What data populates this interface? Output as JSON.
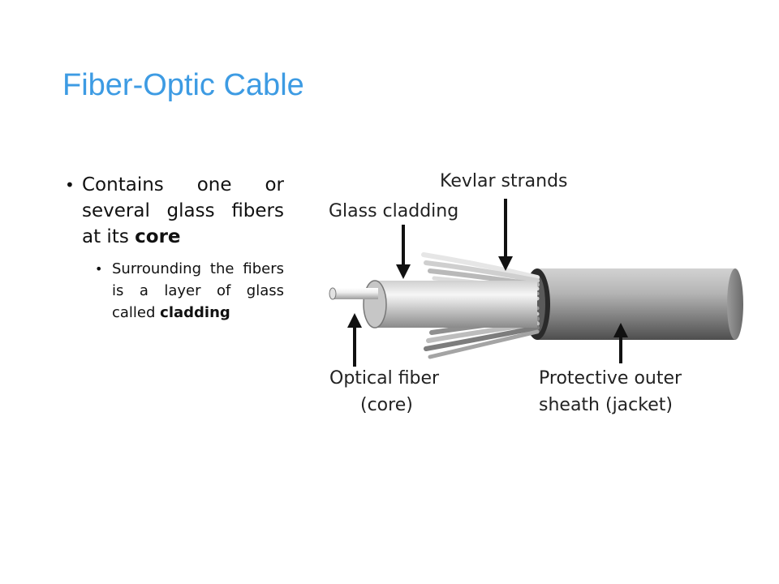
{
  "slide": {
    "title": "Fiber-Optic Cable",
    "bullet1": {
      "text": "Contains one or several glass fibers at its",
      "emphasis": "core"
    },
    "bullet2": {
      "text": "Surrounding the fibers is a layer of glass called",
      "emphasis": "cladding"
    }
  },
  "diagram": {
    "labels": {
      "kevlar": "Kevlar strands",
      "cladding": "Glass cladding",
      "fiber_line1": "Optical fiber",
      "fiber_line2": "(core)",
      "sheath_line1": "Protective outer",
      "sheath_line2": "sheath (jacket)"
    }
  },
  "colors": {
    "title": "#3d9be3",
    "text": "#111111"
  }
}
